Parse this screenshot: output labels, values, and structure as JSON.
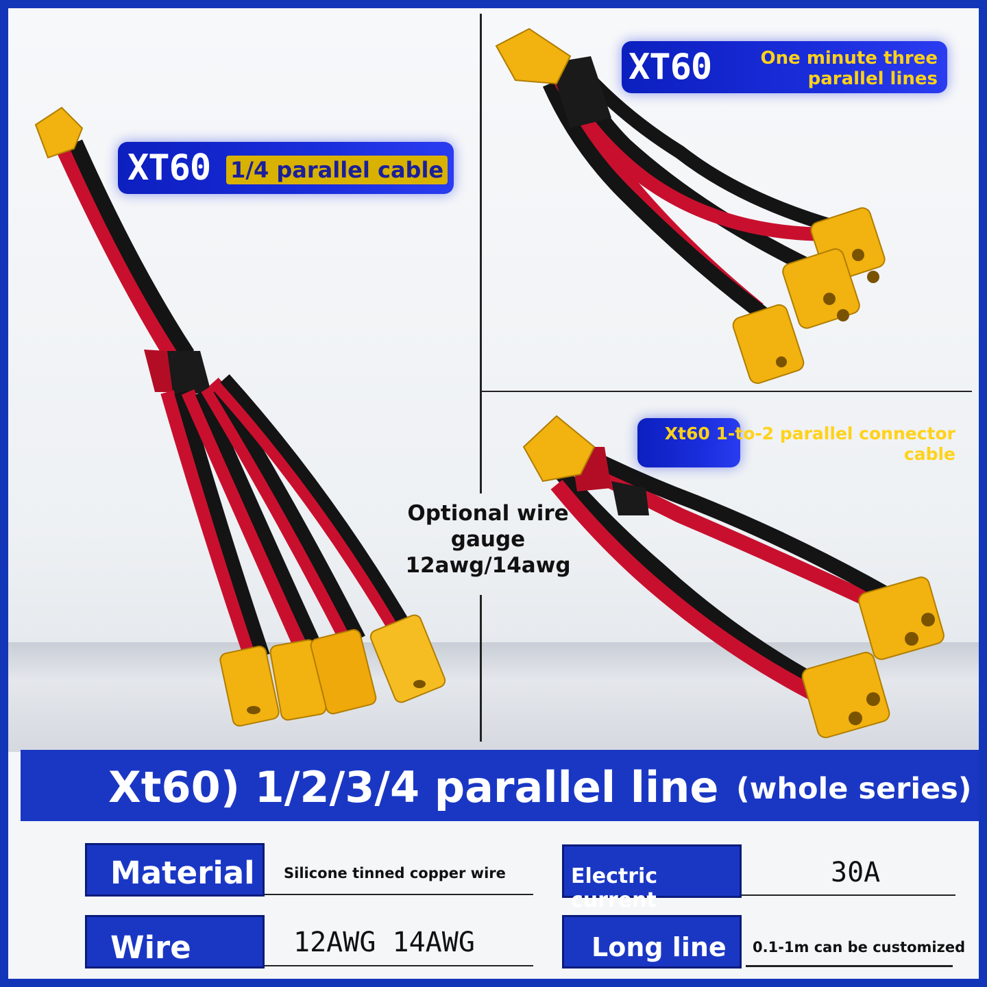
{
  "panels": {
    "four_way": {
      "brand": "XT60",
      "caption": "1/4 parallel cable"
    },
    "three_way": {
      "brand": "XT60",
      "caption_line1": "One minute three",
      "caption_line2": "parallel lines"
    },
    "two_way": {
      "caption_line1": "Xt60 1-to-2 parallel connector",
      "caption_line2": "cable"
    }
  },
  "gauge_note": {
    "line1": "Optional wire",
    "line2": "gauge",
    "line3": "12awg/14awg"
  },
  "banner": {
    "title": "Xt60) 1/2/3/4 parallel line",
    "suffix": "(whole series)"
  },
  "specs": {
    "material": {
      "label": "Material",
      "value": "Silicone tinned copper wire"
    },
    "current": {
      "label": "Electric current",
      "value": "30A"
    },
    "wire": {
      "label": "Wire",
      "value": "12AWG 14AWG"
    },
    "length": {
      "label": "Long line",
      "value": "0.1-1m can be customized"
    }
  },
  "colors": {
    "brand_blue": "#1a37c4",
    "caption_yellow": "#ffd21a",
    "connector_yellow": "#f2b20f",
    "wire_red": "#c8102e",
    "wire_black": "#141414"
  }
}
